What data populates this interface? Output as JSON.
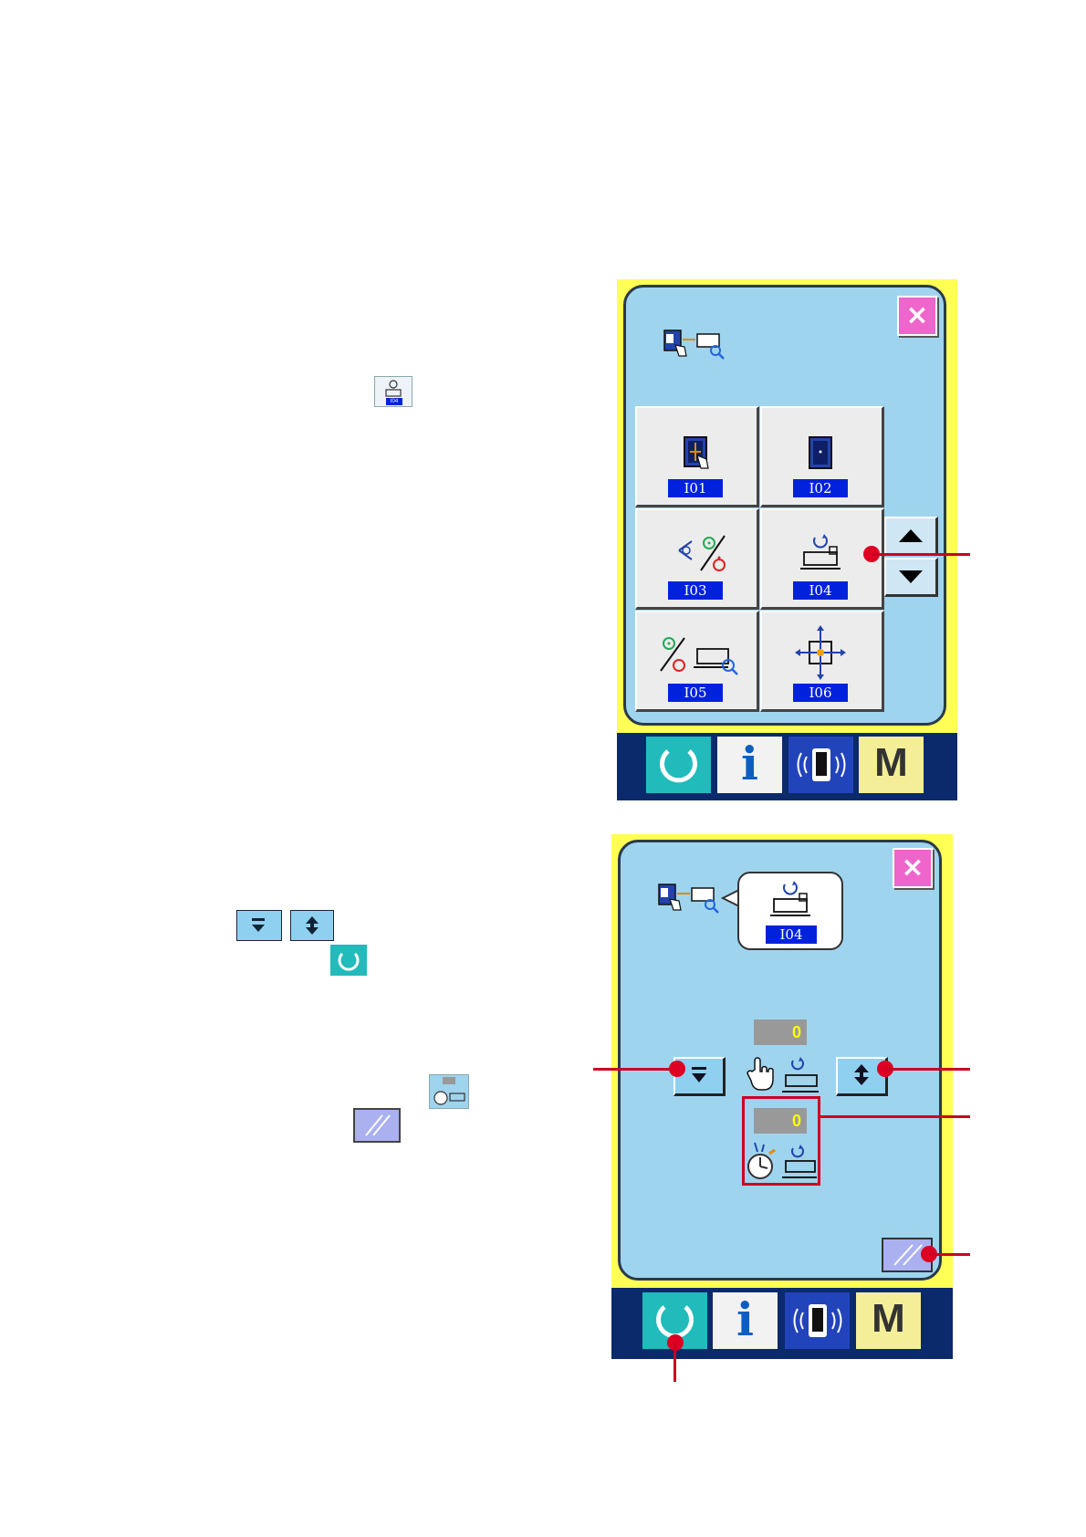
{
  "screen1": {
    "close_label": "×",
    "tiles": [
      {
        "code": "I01",
        "icon": "memory-switch-icon"
      },
      {
        "code": "I02",
        "icon": "panel-icon"
      },
      {
        "code": "I03",
        "icon": "input-sensor-icon"
      },
      {
        "code": "I04",
        "icon": "maintenance-counter-icon"
      },
      {
        "code": "I05",
        "icon": "io-check-icon"
      },
      {
        "code": "I06",
        "icon": "origin-adjust-icon"
      }
    ],
    "scroll_up_icon": "triangle-up-icon",
    "scroll_down_icon": "triangle-down-icon",
    "bottom_bar": {
      "info_label": "i",
      "mode_label": "M"
    }
  },
  "inline_icons": {
    "i04_small": "I04"
  },
  "screen2": {
    "close_label": "×",
    "title_code": "I04",
    "manual_counter": "0",
    "timer_counter": "0",
    "bottom_bar": {
      "info_label": "i",
      "mode_label": "M"
    }
  },
  "colors": {
    "panel_yellow": "#ffff55",
    "panel_blue": "#9fd4ef",
    "bar_navy": "#0a2a6b",
    "callout_red": "#cc0022",
    "label_blue": "#0022dd"
  }
}
